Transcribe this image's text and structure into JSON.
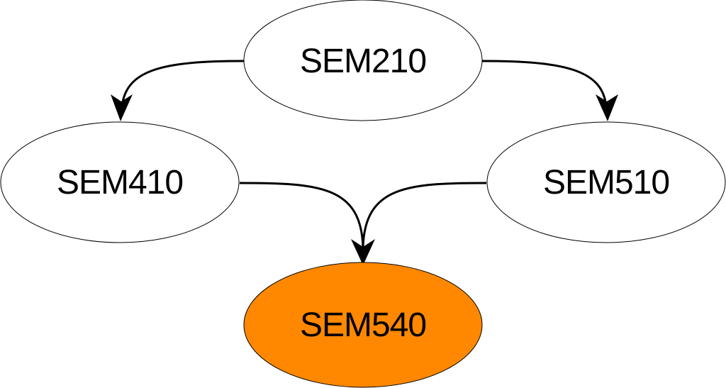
{
  "nodes": {
    "sem210": {
      "label": "SEM210",
      "fill": "#ffffff"
    },
    "sem410": {
      "label": "SEM410",
      "fill": "#ffffff"
    },
    "sem510": {
      "label": "SEM510",
      "fill": "#ffffff"
    },
    "sem540": {
      "label": "SEM540",
      "fill": "#ff8800"
    }
  },
  "edges": [
    {
      "from": "SEM210",
      "to": "SEM410"
    },
    {
      "from": "SEM210",
      "to": "SEM510"
    },
    {
      "from": "SEM410",
      "to": "SEM540"
    },
    {
      "from": "SEM510",
      "to": "SEM540"
    }
  ],
  "colors": {
    "stroke": "#000000",
    "highlight": "#ff8800",
    "background": "#ffffff"
  }
}
